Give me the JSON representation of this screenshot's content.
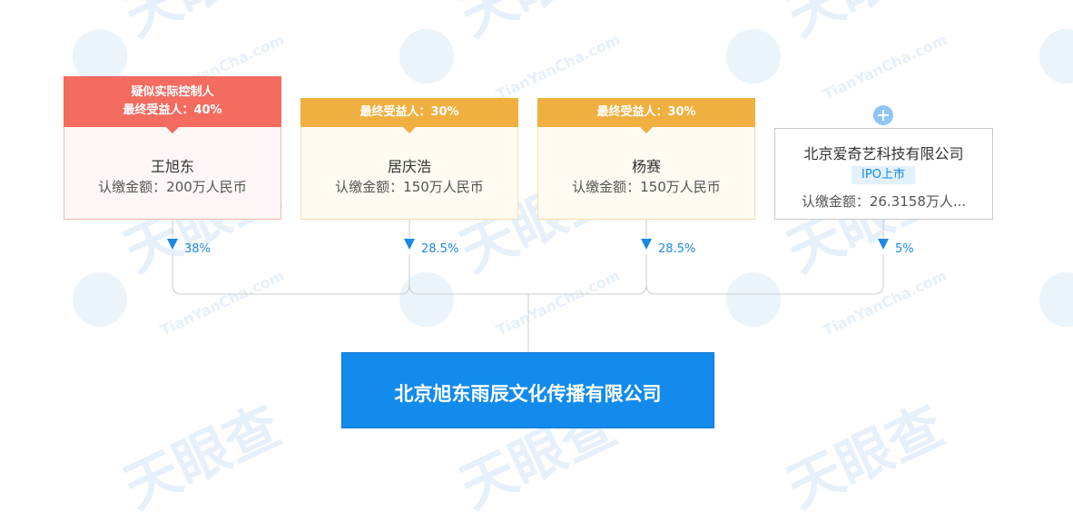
{
  "shareholders": [
    {
      "badge_line1": "疑似实际控制人",
      "badge_line2": "最终受益人：40%",
      "name": "王旭东",
      "amount": "认缴金额：200万人民币",
      "percent": "38%"
    },
    {
      "badge_line1": "最终受益人：30%",
      "name": "居庆浩",
      "amount": "认缴金额：150万人民币",
      "percent": "28.5%"
    },
    {
      "badge_line1": "最终受益人：30%",
      "name": "杨赛",
      "amount": "认缴金额：150万人民币",
      "percent": "28.5%"
    },
    {
      "name": "北京爱奇艺科技有限公司",
      "tag": "IPO上市",
      "amount": "认缴金额：26.3158万人...",
      "percent": "5%"
    }
  ],
  "company": {
    "name": "北京旭东雨辰文化传播有限公司"
  },
  "watermark": {
    "brand_text": "天眼查",
    "url_text": "TianYanCha.com"
  },
  "colors": {
    "red_badge": "#f46b60",
    "orange_badge": "#f0b03f",
    "company_blue": "#128bed",
    "line_gray": "#cccccc",
    "arrow_blue": "#1e88e5"
  }
}
